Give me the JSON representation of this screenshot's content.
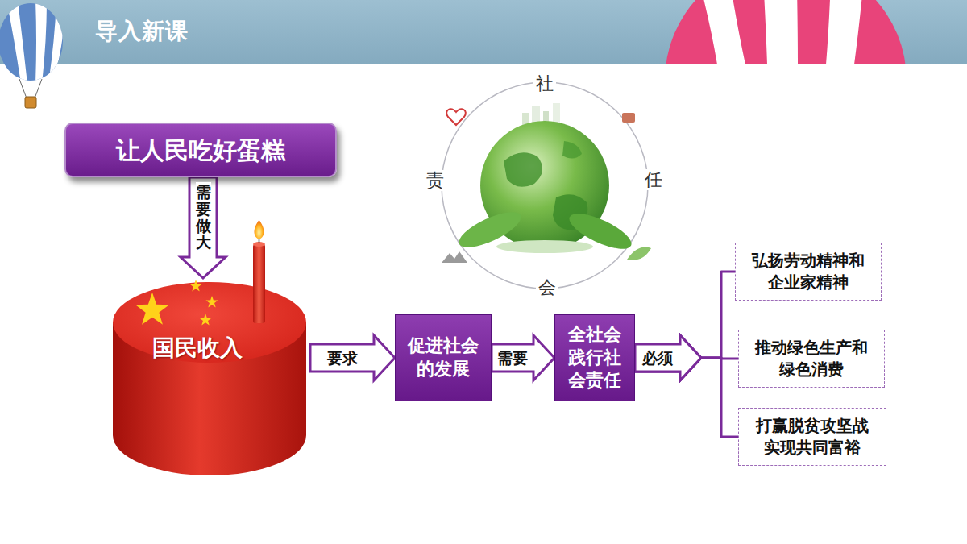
{
  "diagram": {
    "title": "导入新课",
    "nodes": [
      {
        "text": [
          "让人民吃好蛋糕"
        ]
      },
      {
        "text": [
          "国民收入"
        ]
      },
      {
        "text": [
          "促进社会的发展"
        ]
      },
      {
        "text": [
          "全社会践行社会责任"
        ]
      },
      {
        "text": [
          "弘扬劳动精神和企业家精神"
        ]
      },
      {
        "text": [
          "推动绿色生产和绿色消费"
        ]
      },
      {
        "text": [
          "打赢脱贫攻坚战实现共同富裕"
        ]
      }
    ],
    "edges": [
      {
        "from": 0,
        "to": 1,
        "arrow": "to",
        "label": "需要做大"
      },
      {
        "from": 1,
        "to": 2,
        "arrow": "to",
        "label": "要求"
      },
      {
        "from": 2,
        "to": 3,
        "arrow": "to",
        "label": "需要"
      },
      {
        "from": 3,
        "to": 4,
        "arrow": "to"
      },
      {
        "from": 3,
        "to": 5,
        "arrow": "to",
        "label": "必须"
      },
      {
        "from": 3,
        "to": 6,
        "arrow": "to"
      }
    ],
    "labels": [
      "社",
      "任",
      "会",
      "责"
    ]
  }
}
